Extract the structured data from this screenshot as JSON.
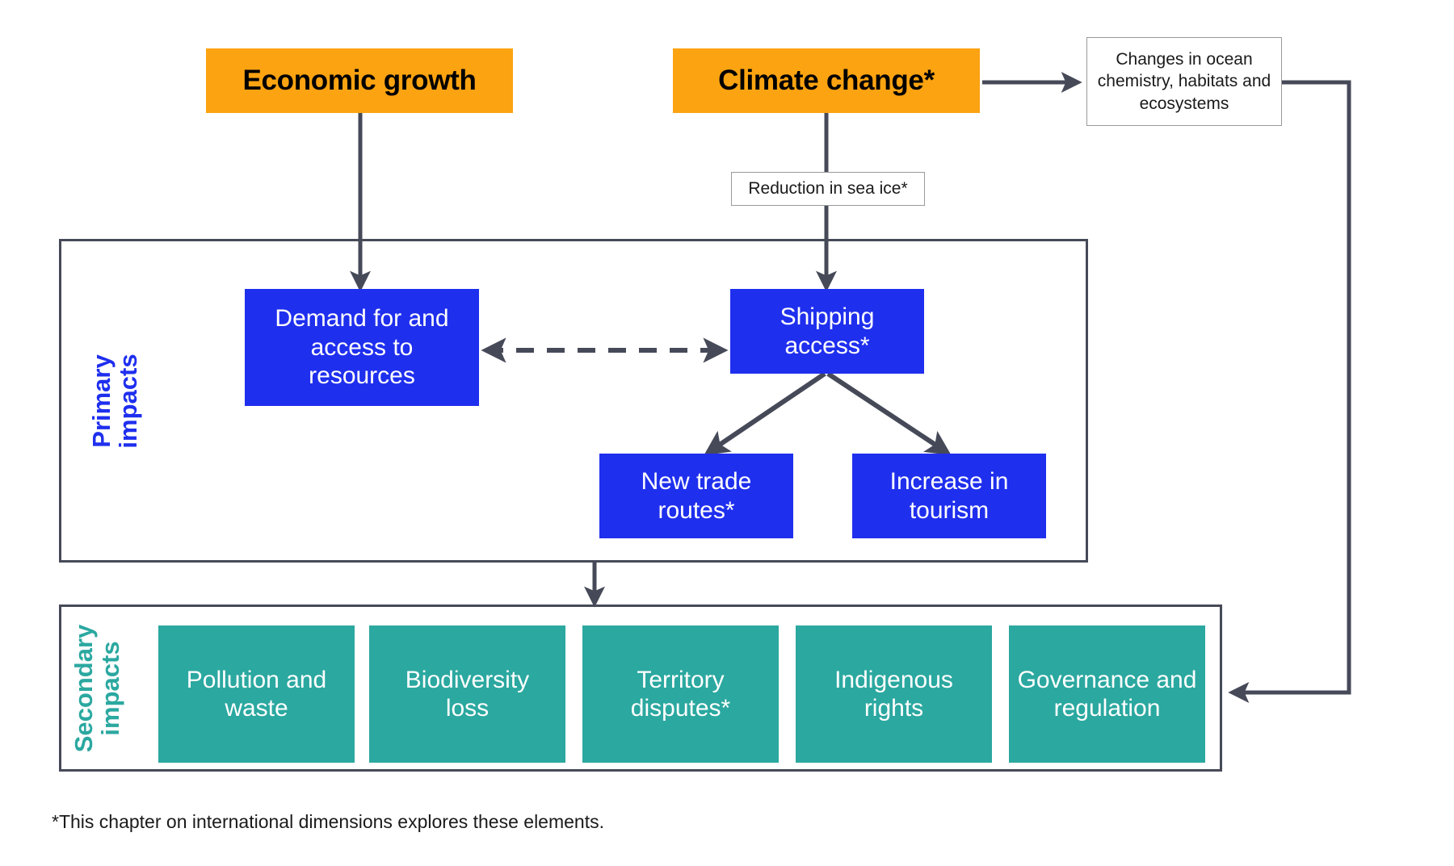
{
  "diagram": {
    "title_footnote": "*This chapter on international dimensions explores these elements.",
    "colors": {
      "driver": "#FCA311",
      "primary": "#1F2FEE",
      "secondary": "#2BA8A0",
      "edge": "#464a58",
      "plain_border": "#999999"
    },
    "drivers": [
      {
        "id": "economic-growth",
        "label": "Economic growth"
      },
      {
        "id": "climate-change",
        "label": "Climate change*"
      }
    ],
    "plain_nodes": [
      {
        "id": "ocean-chemistry",
        "label": "Changes in ocean chemistry, habitats and ecosystems"
      },
      {
        "id": "sea-ice",
        "label": "Reduction in sea ice*"
      }
    ],
    "groups": [
      {
        "id": "primary-impacts",
        "label": "Primary\nimpacts"
      },
      {
        "id": "secondary-impacts",
        "label": "Secondary\nimpacts"
      }
    ],
    "primary_nodes": [
      {
        "id": "demand-resources",
        "label": "Demand for and access to resources"
      },
      {
        "id": "shipping-access",
        "label": "Shipping access*"
      },
      {
        "id": "new-trade-routes",
        "label": "New trade routes*"
      },
      {
        "id": "increase-tourism",
        "label": "Increase in tourism"
      }
    ],
    "secondary_nodes": [
      {
        "id": "pollution-waste",
        "label": "Pollution and waste"
      },
      {
        "id": "biodiversity-loss",
        "label": "Biodiversity loss"
      },
      {
        "id": "territory-disputes",
        "label": "Territory disputes*"
      },
      {
        "id": "indigenous-rights",
        "label": "Indigenous rights"
      },
      {
        "id": "governance-regulation",
        "label": "Governance and regulation"
      }
    ],
    "edges": [
      {
        "id": "economic-growth-to-demand",
        "kind": "arrow"
      },
      {
        "id": "climate-change-to-ocean-chemistry",
        "kind": "arrow"
      },
      {
        "id": "climate-change-to-sea-ice",
        "kind": "line"
      },
      {
        "id": "sea-ice-to-shipping-access",
        "kind": "arrow"
      },
      {
        "id": "demand-shipping-bidirectional",
        "kind": "dashed-double-arrow"
      },
      {
        "id": "shipping-to-new-trade-routes",
        "kind": "arrow"
      },
      {
        "id": "shipping-to-increase-tourism",
        "kind": "arrow"
      },
      {
        "id": "primary-to-secondary",
        "kind": "arrow"
      },
      {
        "id": "ocean-chemistry-to-secondary",
        "kind": "elbow-arrow"
      }
    ]
  }
}
